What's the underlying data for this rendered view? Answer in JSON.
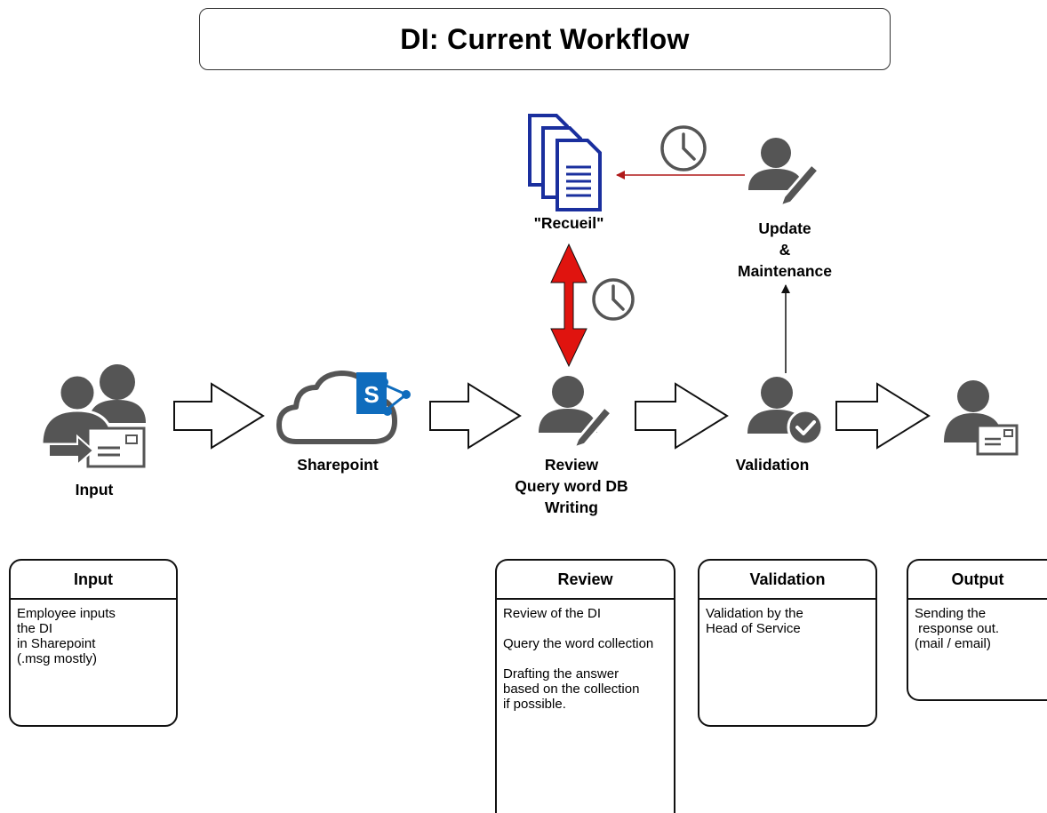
{
  "title": "DI: Current Workflow",
  "labels": {
    "input": "Input",
    "sharepoint": "Sharepoint",
    "review_lines": [
      "Review",
      "Query word DB",
      "Writing"
    ],
    "validation": "Validation",
    "recueil": "\"Recueil\"",
    "update_lines": [
      "Update",
      "&",
      "Maintenance"
    ],
    "sharepoint_logo_letter": "S"
  },
  "notes": [
    {
      "title": "Input",
      "lines": [
        "Employee inputs",
        "the DI",
        "in Sharepoint",
        "(.msg mostly)"
      ]
    },
    {
      "title": "Review",
      "lines": [
        "Review of the DI",
        "",
        "Query the word collection",
        "",
        "Drafting the answer",
        "based on the collection",
        "if possible."
      ]
    },
    {
      "title": "Validation",
      "lines": [
        "Validation by the",
        "Head of Service"
      ]
    },
    {
      "title": "Output",
      "lines": [
        "Sending the",
        " response out.",
        "(mail / email)"
      ]
    }
  ],
  "colors": {
    "icon_gray": "#555555",
    "doc_blue": "#1a2f9e",
    "arrow_red": "#e0140f",
    "arrow_dark_red": "#b01919",
    "sharepoint_blue": "#0f6cbd"
  },
  "icons": [
    "users-mail-icon",
    "sharepoint-cloud-icon",
    "user-edit-icon",
    "user-check-icon",
    "user-mail-icon",
    "documents-icon",
    "clock-icon"
  ]
}
